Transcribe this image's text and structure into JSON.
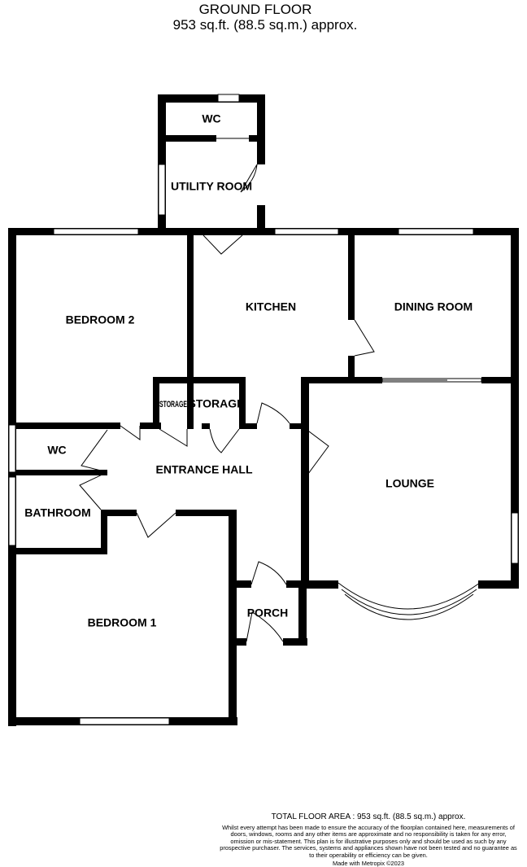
{
  "header": {
    "title": "GROUND FLOOR",
    "subtitle": "953 sq.ft. (88.5 sq.m.) approx."
  },
  "rooms": {
    "wc_top": "WC",
    "utility_room": "UTILITY ROOM",
    "bedroom_2": "BEDROOM 2",
    "kitchen": "KITCHEN",
    "dining_room": "DINING ROOM",
    "storage_small": "STORAGE",
    "storage": "STORAGE",
    "wc_left": "WC",
    "entrance_hall": "ENTRANCE HALL",
    "lounge": "LOUNGE",
    "bathroom": "BATHROOM",
    "bedroom_1": "BEDROOM 1",
    "porch": "PORCH"
  },
  "footer": {
    "total_area": "TOTAL FLOOR AREA : 953 sq.ft. (88.5 sq.m.) approx.",
    "disclaimer": "Whilst every attempt has been made to ensure the accuracy of the floorplan contained here, measurements of doors, windows, rooms and any other items are approximate and no responsibility is taken for any error, omission or mis-statement. This plan is for illustrative purposes only and should be used as such by any prospective purchaser. The services, systems and appliances shown have not been tested and no guarantee as to their operability or efficiency can be given.",
    "made_with": "Made with Metropix ©2023"
  }
}
